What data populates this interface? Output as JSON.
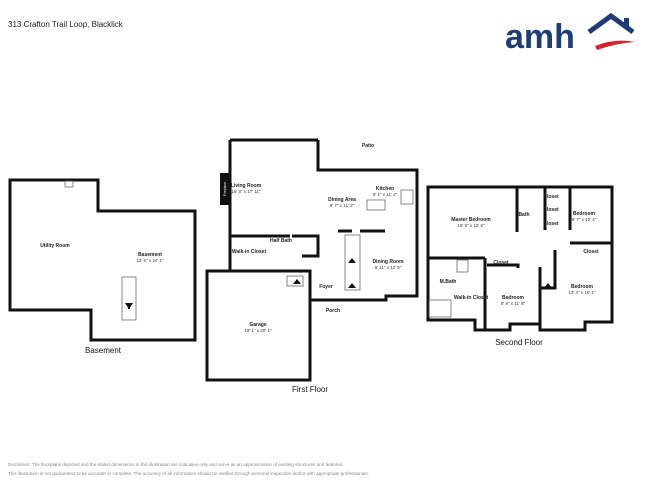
{
  "header": {
    "address": "313 Crafton Trail Loop, Blacklick",
    "logo_text": "amh"
  },
  "colors": {
    "brand_blue": "#1d3d74",
    "brand_red": "#d2232a",
    "wall": "#111111"
  },
  "floors": {
    "basement": {
      "label": "Basement",
      "rooms": [
        {
          "name": "Utility Room",
          "dims": ""
        },
        {
          "name": "Basement",
          "dims": "13' 6\" x 24' 1\""
        }
      ]
    },
    "first": {
      "label": "First Floor",
      "rooms": [
        {
          "name": "Living Room",
          "dims": "16' 3\" x 17' 11\""
        },
        {
          "name": "Dining Area",
          "dims": "8' 7\" x 11' 2\""
        },
        {
          "name": "Kitchen",
          "dims": "9' 1\" x 11' 2\""
        },
        {
          "name": "Dining Room",
          "dims": "9' 11\" x 12' 5\""
        },
        {
          "name": "Garage",
          "dims": "19' 1\" x 20' 1\""
        },
        {
          "name": "Walk-in Closet",
          "dims": ""
        },
        {
          "name": "Half Bath",
          "dims": ""
        },
        {
          "name": "Foyer",
          "dims": ""
        },
        {
          "name": "Porch",
          "dims": ""
        },
        {
          "name": "Patio",
          "dims": ""
        },
        {
          "name": "Fireplace",
          "dims": ""
        }
      ]
    },
    "second": {
      "label": "Second Floor",
      "rooms": [
        {
          "name": "Master Bedroom",
          "dims": "16' 9\" x 12' 6\""
        },
        {
          "name": "Bath",
          "dims": ""
        },
        {
          "name": "Bedroom",
          "dims": "9' 7\" x 10' 4\""
        },
        {
          "name": "Closet",
          "dims": ""
        },
        {
          "name": "Closet",
          "dims": ""
        },
        {
          "name": "M.Bath",
          "dims": ""
        },
        {
          "name": "Walk-in Closet",
          "dims": ""
        },
        {
          "name": "Bedroom",
          "dims": "9' 9\" x 11' 8\""
        },
        {
          "name": "Bedroom",
          "dims": "13' 4\" x 16' 1\""
        },
        {
          "name": "Closet",
          "dims": ""
        },
        {
          "name": "Closet",
          "dims": ""
        },
        {
          "name": "Closet",
          "dims": ""
        }
      ]
    }
  },
  "disclaimer": [
    "Disclaimer: The floorplans depicted and the stated dimensions in this illustration are indicative only and serve as an approximation of existing structures and features.",
    "This illustration is not guaranteed to be accurate or complete. The accuracy of all information should be verified through personal inspection and/or with appropriate professionals."
  ]
}
